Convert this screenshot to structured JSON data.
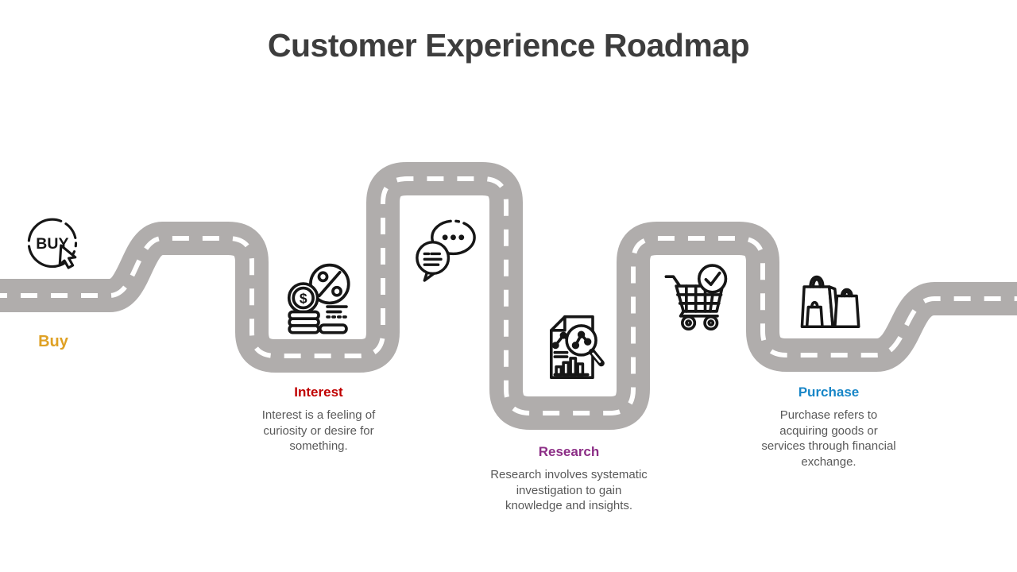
{
  "title": "Customer Experience Roadmap",
  "colors": {
    "background": "#ffffff",
    "road": "#b0adac",
    "road_dash": "#ffffff",
    "title": "#3d3d3d",
    "description_text": "#595959",
    "icon_stroke": "#161616",
    "buy": "#dfa125",
    "interest": "#c00000",
    "research": "#8c2e86",
    "purchase": "#1886c7"
  },
  "icons": {
    "buy_badge_text": "BUY",
    "dollar_symbol": "$"
  },
  "stages": [
    {
      "label": "Buy",
      "color": "#dfa125",
      "icon": "buy-click-icon",
      "description_lines": []
    },
    {
      "label": "Interest",
      "color": "#c00000",
      "icon": "money-percent-icon",
      "description_lines": [
        "Interest is a feeling of",
        "curiosity or desire for",
        "something."
      ]
    },
    {
      "label": "Research",
      "color": "#8c2e86",
      "icon": "document-magnifier-icon",
      "description_lines": [
        "Research involves systematic",
        "investigation to gain",
        "knowledge and insights."
      ]
    },
    {
      "label": "Purchase",
      "color": "#1886c7",
      "icon": "shopping-bags-icon",
      "description_lines": [
        "Purchase refers to",
        "acquiring goods or",
        "services through financial",
        "exchange."
      ]
    }
  ],
  "decorative_icons": [
    "chat-bubbles-icon",
    "cart-check-icon"
  ]
}
